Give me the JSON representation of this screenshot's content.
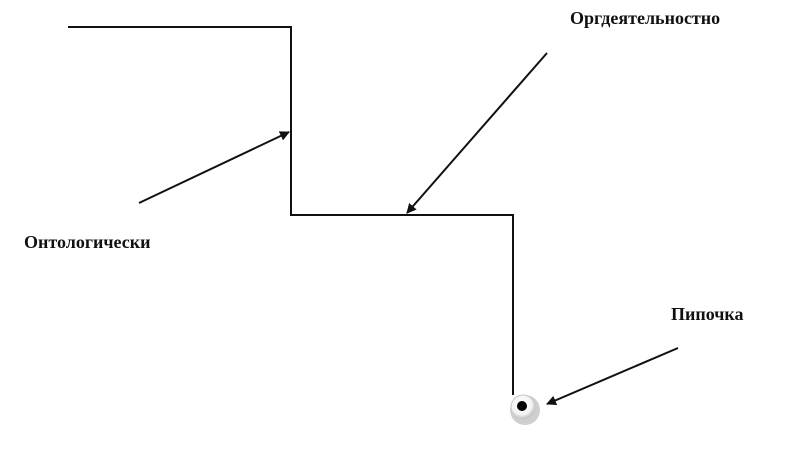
{
  "labels": {
    "orgdeyatelnostno": "Оргдеятельностно",
    "ontologicheski": "Онтологически",
    "pipochka": "Пипочка"
  },
  "colors": {
    "line": "#111111",
    "background": "#ffffff",
    "dot": "#000000"
  }
}
